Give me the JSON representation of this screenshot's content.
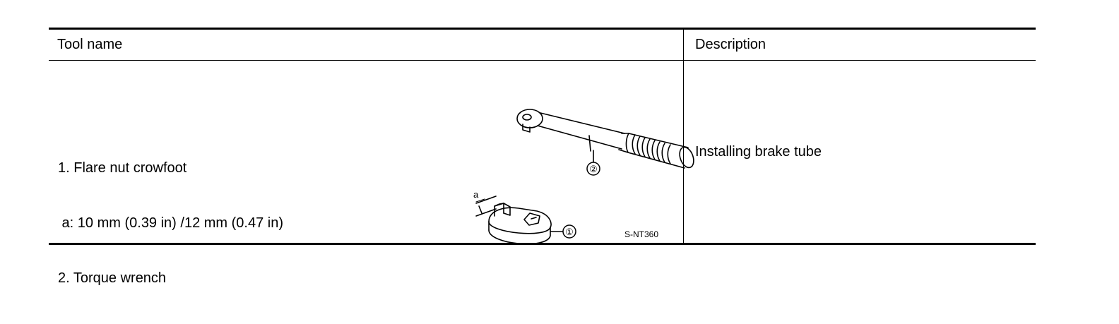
{
  "table": {
    "headers": {
      "tool_name": "Tool name",
      "description": "Description"
    },
    "rows": [
      {
        "tool_lines": [
          "1. Flare nut crowfoot",
          " a: 10 mm (0.39 in) /12 mm (0.47 in)",
          "2. Torque wrench"
        ],
        "description": "Installing brake tube",
        "illustration": {
          "callout_1": "①",
          "callout_2": "②",
          "dimension_label": "a",
          "figure_code": "S-NT360"
        }
      }
    ]
  }
}
